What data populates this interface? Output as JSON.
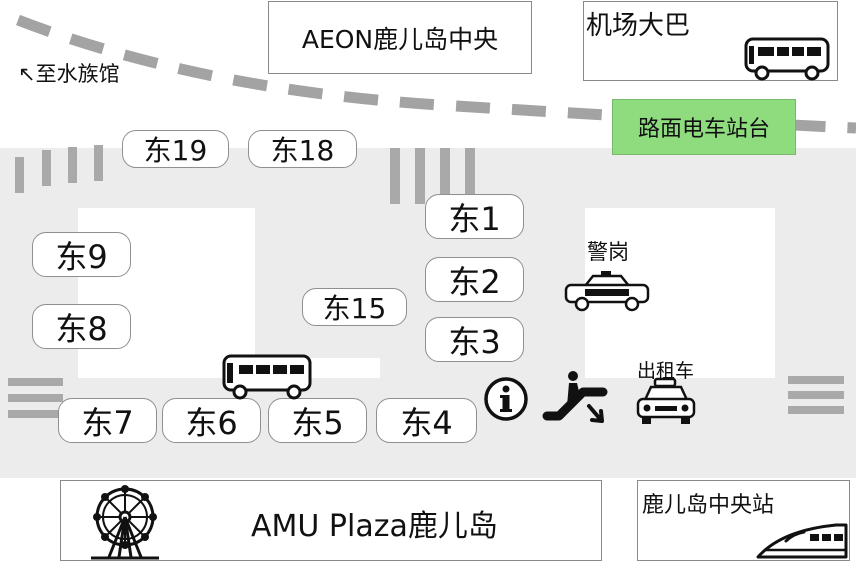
{
  "buildings": {
    "aeon": "AEON鹿儿岛中央",
    "airport_bus": "机场大巴",
    "tram_stop": "路面电车站台",
    "amu_plaza": "AMU Plaza鹿儿岛",
    "central_station": "鹿儿岛中央站"
  },
  "direction_aquarium": "↖至水族馆",
  "labels": {
    "police_box": "警岗",
    "taxi": "出租车"
  },
  "bus_stops": {
    "e1": "东1",
    "e2": "东2",
    "e3": "东3",
    "e4": "东4",
    "e5": "东5",
    "e6": "东6",
    "e7": "东7",
    "e8": "东8",
    "e9": "东9",
    "e15": "东15",
    "e18": "东18",
    "e19": "东19"
  },
  "colors": {
    "tram_stop_fill": "#8fdc7f",
    "rail_dash": "#a3a3a3",
    "road": "#ececec"
  },
  "icons": [
    "bus-icon",
    "police-car-icon",
    "taxi-icon",
    "information-icon",
    "escalator-icon",
    "ferris-wheel-icon",
    "shinkansen-icon"
  ]
}
